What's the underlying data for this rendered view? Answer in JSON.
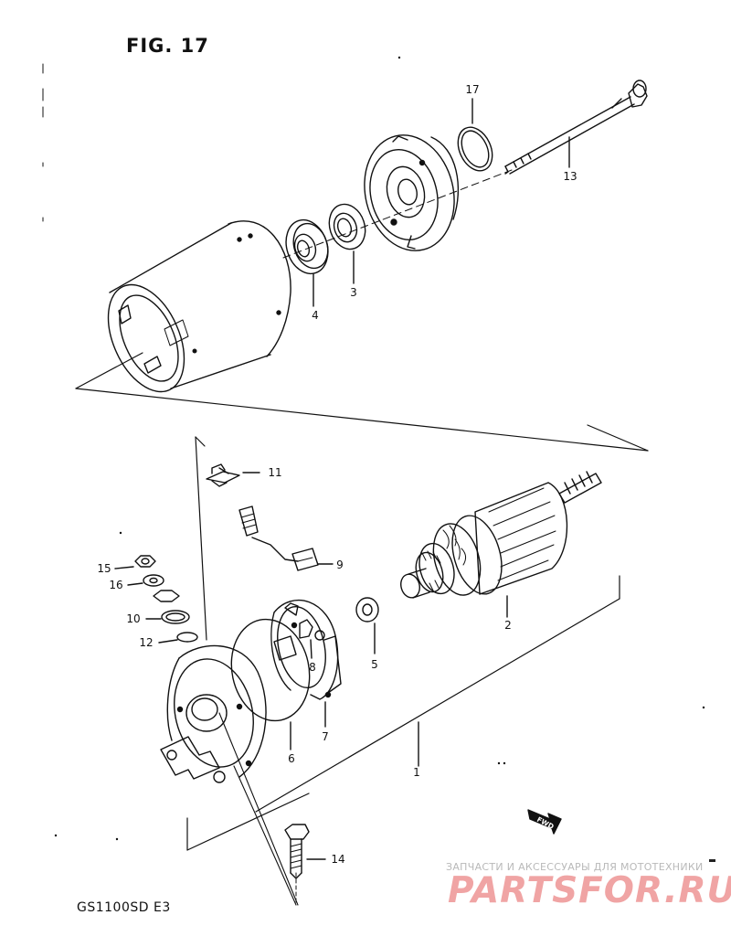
{
  "figure": {
    "title": "FIG. 17"
  },
  "model": {
    "code": "GS1100SD  E3"
  },
  "direction_marker": {
    "label": "FWD"
  },
  "callouts": {
    "c1": "1",
    "c2": "2",
    "c3": "3",
    "c4": "4",
    "c5": "5",
    "c6": "6",
    "c7": "7",
    "c8": "8",
    "c9": "9",
    "c10": "10",
    "c11": "11",
    "c12": "12",
    "c13": "13",
    "c14": "14",
    "c15": "15",
    "c16": "16",
    "c17": "17"
  },
  "watermark": {
    "tagline": "ЗАПЧАСТИ И АКСЕССУАРЫ ДЛЯ МОТОТЕХНИКИ",
    "brand": "PARTSFOR.RU"
  }
}
